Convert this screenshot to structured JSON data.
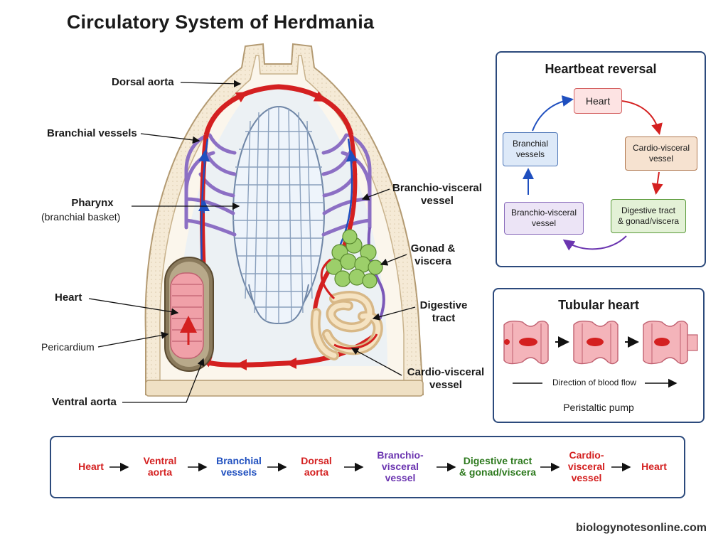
{
  "title": "Circulatory System of Herdmania",
  "labels": {
    "dorsal_aorta": "Dorsal aorta",
    "branchial_vessels": "Branchial vessels",
    "pharynx": "Pharynx",
    "pharynx_sub": "(branchial basket)",
    "heart": "Heart",
    "pericardium": "Pericardium",
    "ventral_aorta": "Ventral aorta",
    "branchio_visceral_1": "Branchio-visceral",
    "branchio_visceral_2": "vessel",
    "gonad_1": "Gonad &",
    "gonad_2": "viscera",
    "digestive_1": "Digestive",
    "digestive_2": "tract",
    "cardio_visceral_1": "Cardio-visceral",
    "cardio_visceral_2": "vessel"
  },
  "reversal": {
    "title": "Heartbeat reversal",
    "heart": "Heart",
    "cardio_1": "Cardio-visceral",
    "cardio_2": "vessel",
    "digestive_1": "Digestive tract",
    "digestive_2": "& gonad/viscera",
    "branchio_1": "Branchio-visceral",
    "branchio_2": "vessel",
    "branchial_1": "Branchial",
    "branchial_2": "vessels"
  },
  "tubular": {
    "title": "Tubular heart",
    "direction": "Direction of blood flow",
    "caption": "Peristaltic pump"
  },
  "flow": {
    "heart": "Heart",
    "ventral_1": "Ventral",
    "ventral_2": "aorta",
    "branchial_1": "Branchial",
    "branchial_2": "vessels",
    "dorsal_1": "Dorsal",
    "dorsal_2": "aorta",
    "bv_1": "Branchio-",
    "bv_2": "visceral",
    "bv_3": "vessel",
    "dig_1": "Digestive tract",
    "dig_2": "& gonad/viscera",
    "cv_1": "Cardio-",
    "cv_2": "visceral",
    "cv_3": "vessel",
    "heart_end": "Heart"
  },
  "watermark": "biologynotesonline.com",
  "colors": {
    "red": "#d42020",
    "blue": "#1f4fbf",
    "purple": "#6b35b0",
    "green": "#2e7a1f",
    "panel_border": "#2c4a7c",
    "heart_pink": "#f0a0a8",
    "tunic": "#f5ead6"
  }
}
